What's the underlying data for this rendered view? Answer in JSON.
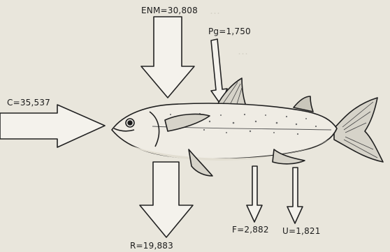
{
  "labels": {
    "enm": "ENM=30,808",
    "pg": "Pg=1,750",
    "c": "C=35,537",
    "r": "R=19,883",
    "f": "F=2,882",
    "u": "U=1,821"
  },
  "background_text": [
    "...o...n...l...",
    "...n la... en la...",
    "...y...la...",
    "...",
    "...",
    "...",
    "..."
  ],
  "colors": {
    "paper": "#e9e6dc",
    "ink": "#222222",
    "arrow_fill": "#f4f2ec"
  }
}
